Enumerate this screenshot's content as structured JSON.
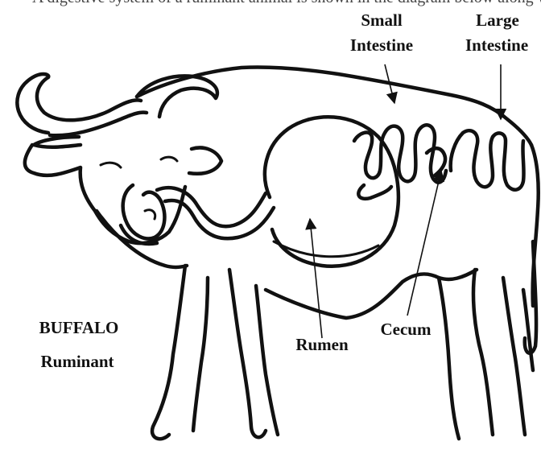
{
  "top_caption_fragment": "A digestive system of a ruminant animal is shown in the diagram below along with its parts",
  "labels": {
    "small_intestine_1": "Small",
    "small_intestine_2": "Intestine",
    "large_intestine_1": "Large",
    "large_intestine_2": "Intestine",
    "rumen": "Rumen",
    "cecum": "Cecum",
    "animal": "BUFFALO",
    "category": "Ruminant"
  }
}
